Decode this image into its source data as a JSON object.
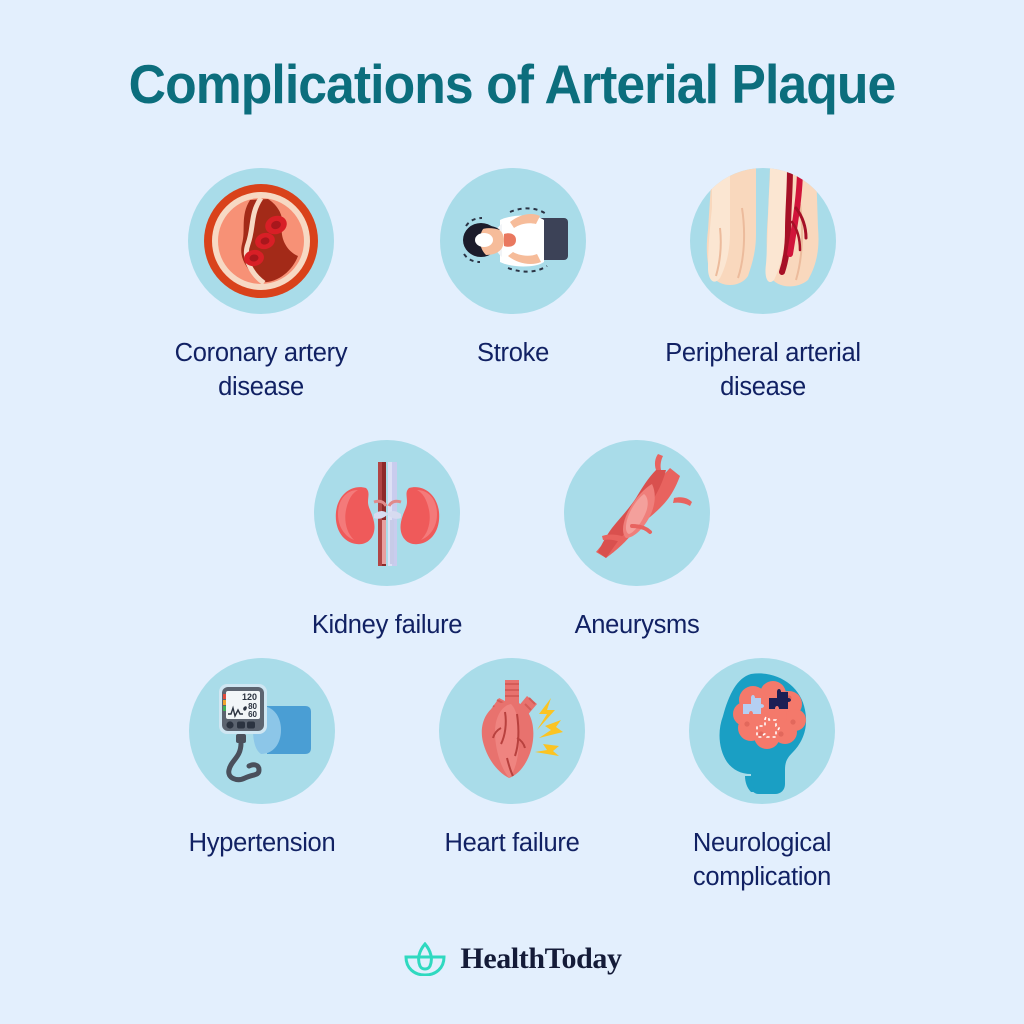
{
  "page": {
    "title": "Complications of Arterial Plaque",
    "background_color": "#e3effd",
    "title_color": "#0c6e7d",
    "label_color": "#112163",
    "circle_color": "#a9dce9"
  },
  "rows": [
    {
      "items": [
        {
          "icon": "artery-plaque-cross-section-icon",
          "label": "Coronary artery disease"
        },
        {
          "icon": "person-lying-down-stroke-icon",
          "label": "Stroke"
        },
        {
          "icon": "legs-ankles-artery-icon",
          "label": "Peripheral arterial disease"
        }
      ]
    },
    {
      "items": [
        {
          "icon": "kidneys-icon",
          "label": "Kidney failure"
        },
        {
          "icon": "bulging-blood-vessel-icon",
          "label": "Aneurysms"
        }
      ]
    },
    {
      "items": [
        {
          "icon": "blood-pressure-monitor-icon",
          "label": "Hypertension"
        },
        {
          "icon": "heart-with-lightning-icon",
          "label": "Heart failure"
        },
        {
          "icon": "head-brain-puzzle-icon",
          "label": "Neurological complication"
        }
      ]
    }
  ],
  "icon_details": {
    "blood_pressure_readings": [
      "120",
      "80",
      "60"
    ]
  },
  "footer": {
    "logo_mark": "lotus-icon",
    "brand_name": "HealthToday",
    "brand_color": "#141b38",
    "mark_color": "#2fd9c0"
  }
}
